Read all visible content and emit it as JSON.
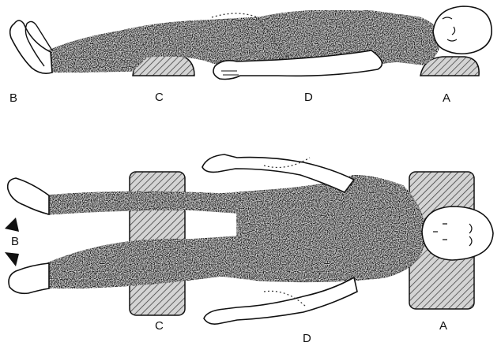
{
  "top_view": {
    "label_b": "B",
    "label_c": "C",
    "label_d": "D",
    "label_a": "A"
  },
  "bottom_view": {
    "label_b": "B",
    "label_c": "C",
    "label_d": "D",
    "label_a": "A"
  },
  "colors": {
    "body_fill": "#1c1c1c",
    "skin_fill": "#ffffff",
    "outline": "#111111",
    "pad_fill": "#bdbdbd"
  }
}
